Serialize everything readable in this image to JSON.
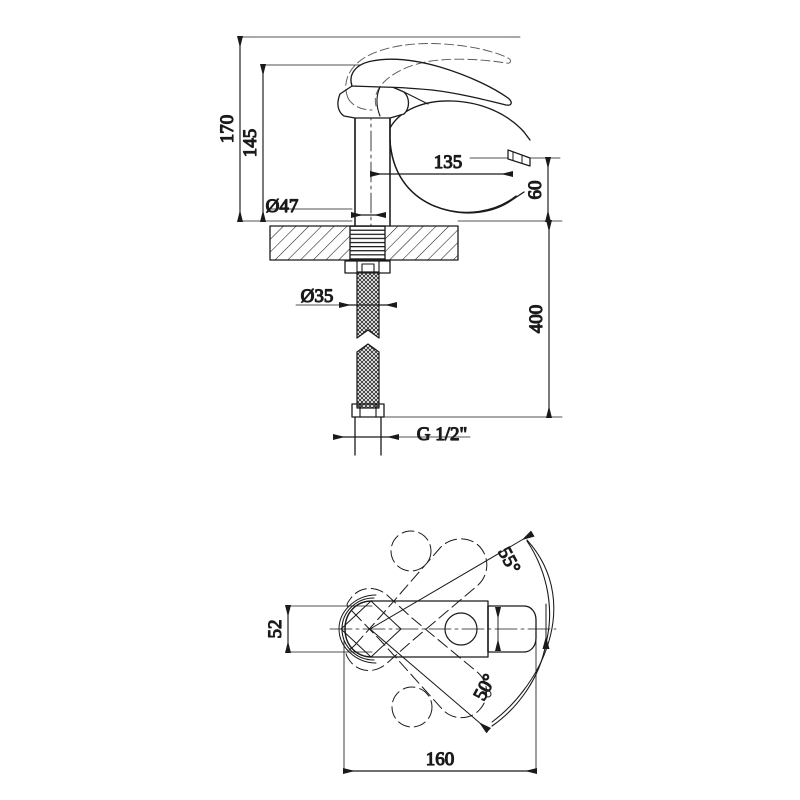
{
  "drawing": {
    "title": "Single-lever basin mixer tap — dimensioned technical drawing",
    "units": "mm",
    "line_color": "#1a1a1a",
    "background": "#ffffff",
    "views": [
      {
        "name": "front-elevation",
        "label": ""
      },
      {
        "name": "top-plan",
        "label": ""
      }
    ]
  },
  "dimensions": {
    "overall_height": "170",
    "body_height": "145",
    "spout_reach": "135",
    "spout_height": "60",
    "base_diameter": "Ø47",
    "hose_diameter": "Ø35",
    "hose_length": "400",
    "thread_size": "G 1/2\"",
    "plan_width": "52",
    "plan_length": "160",
    "swing_up": "55°",
    "swing_down": "50°"
  }
}
